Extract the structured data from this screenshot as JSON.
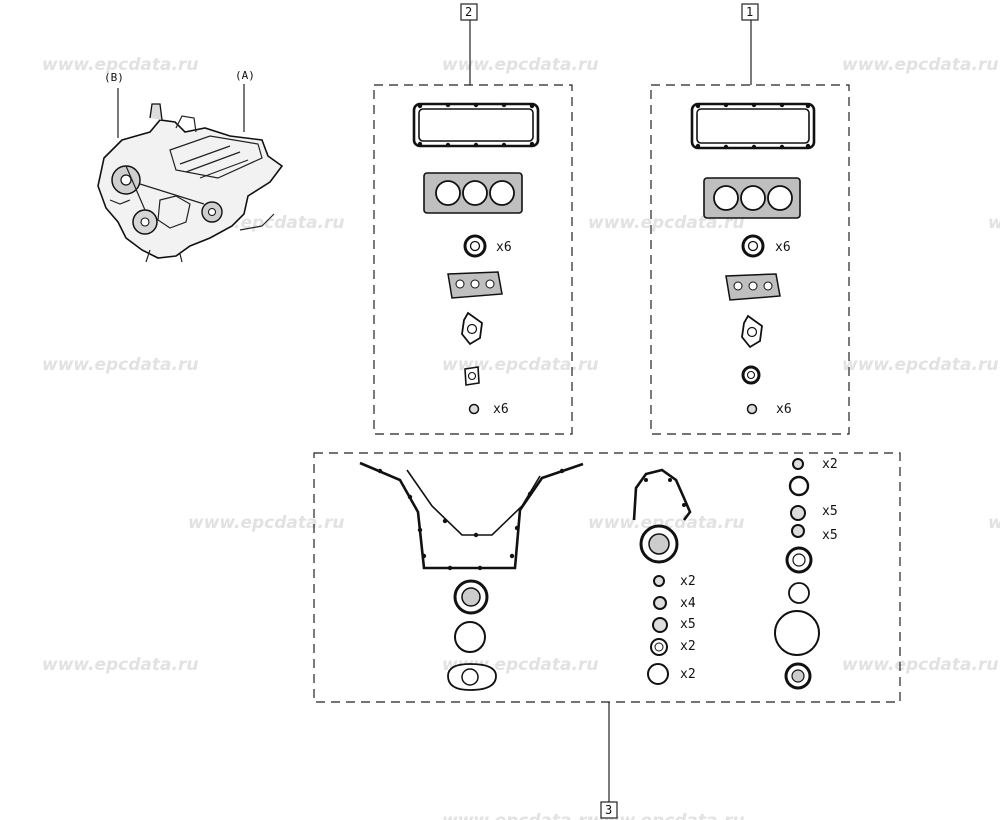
{
  "watermark_text": "www.epcdata.ru",
  "engine": {
    "label_a": "(A)",
    "label_b": "(B)"
  },
  "callouts": {
    "kit_1": "1",
    "kit_2": "2",
    "kit_3": "3"
  },
  "kit2": {
    "qty_seal": "x6",
    "qty_small": "x6"
  },
  "kit1": {
    "qty_seal": "x6",
    "qty_small": "x6"
  },
  "kit3": {
    "mid_qty": [
      "x2",
      "x4",
      "x5",
      "x2",
      "x2"
    ],
    "right_qty": [
      "x2",
      "x5",
      "x5"
    ]
  }
}
